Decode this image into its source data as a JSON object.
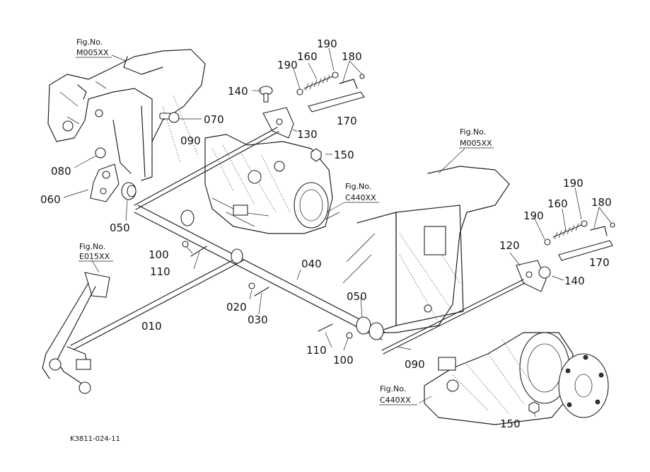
{
  "callouts": {
    "p010": "010",
    "p020": "020",
    "p030": "030",
    "p040": "040",
    "p050_a": "050",
    "p050_b": "050",
    "p060": "060",
    "p070": "070",
    "p080": "080",
    "p090_a": "090",
    "p090_b": "090",
    "p100_a": "100",
    "p100_b": "100",
    "p110_a": "110",
    "p110_b": "110",
    "p120": "120",
    "p130": "130",
    "p140_a": "140",
    "p140_b": "140",
    "p150_a": "150",
    "p150_b": "150",
    "p160_a": "160",
    "p160_b": "160",
    "p170_a": "170",
    "p170_b": "170",
    "p180_a": "180",
    "p180_b": "180",
    "p190_a": "190",
    "p190_b": "190",
    "p190_c": "190",
    "p190_d": "190"
  },
  "figure_refs": {
    "ref1": {
      "label": "Fig.No.",
      "code": "M005XX"
    },
    "ref2": {
      "label": "Fig.No.",
      "code": "M005XX"
    },
    "ref3": {
      "label": "Fig.No.",
      "code": "C440XX"
    },
    "ref4": {
      "label": "Fig.No.",
      "code": "E015XX"
    },
    "ref5": {
      "label": "Fig.No.",
      "code": "C440XX"
    }
  },
  "drawing_code": "K3811-024-11"
}
